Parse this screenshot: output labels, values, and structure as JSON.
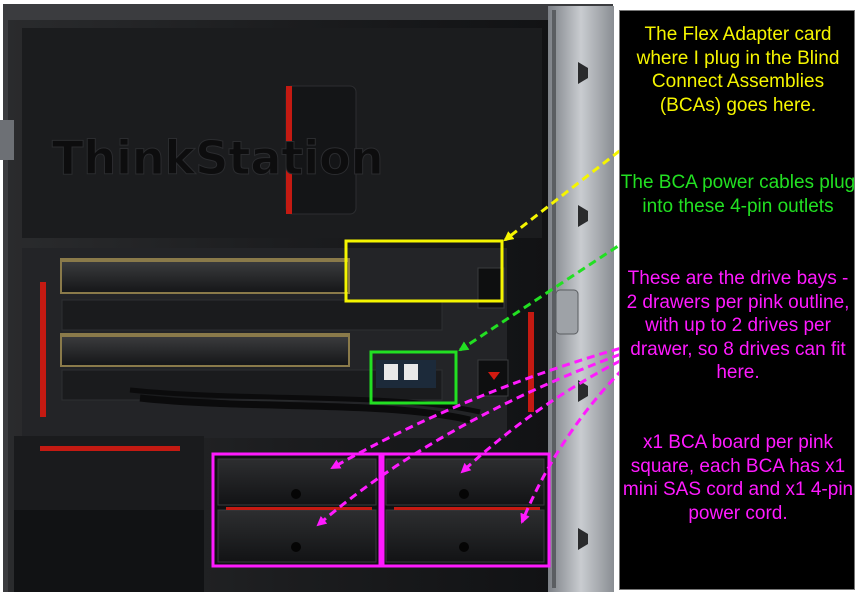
{
  "photo": {
    "brand_text": "ThinkStation"
  },
  "notes": [
    {
      "text": "The Flex Adapter card where I plug in the Blind Connect Assemblies (BCAs) goes here.",
      "color": "#f5f500"
    },
    {
      "text": "The BCA power cables plug into these 4-pin outlets",
      "color": "#22e022"
    },
    {
      "text": "These are the drive bays - 2 drawers per pink outline, with up to 2 drives per drawer, so 8 drives can fit here.",
      "color": "#ff1aff"
    },
    {
      "text": "x1 BCA board per pink square, each BCA has x1 mini SAS cord and x1 4-pin power cord.",
      "color": "#ff1aff"
    }
  ],
  "colors": {
    "yellow": "#f5f500",
    "green": "#22e022",
    "magenta": "#ff1aff",
    "accent_red": "#c41a12"
  }
}
